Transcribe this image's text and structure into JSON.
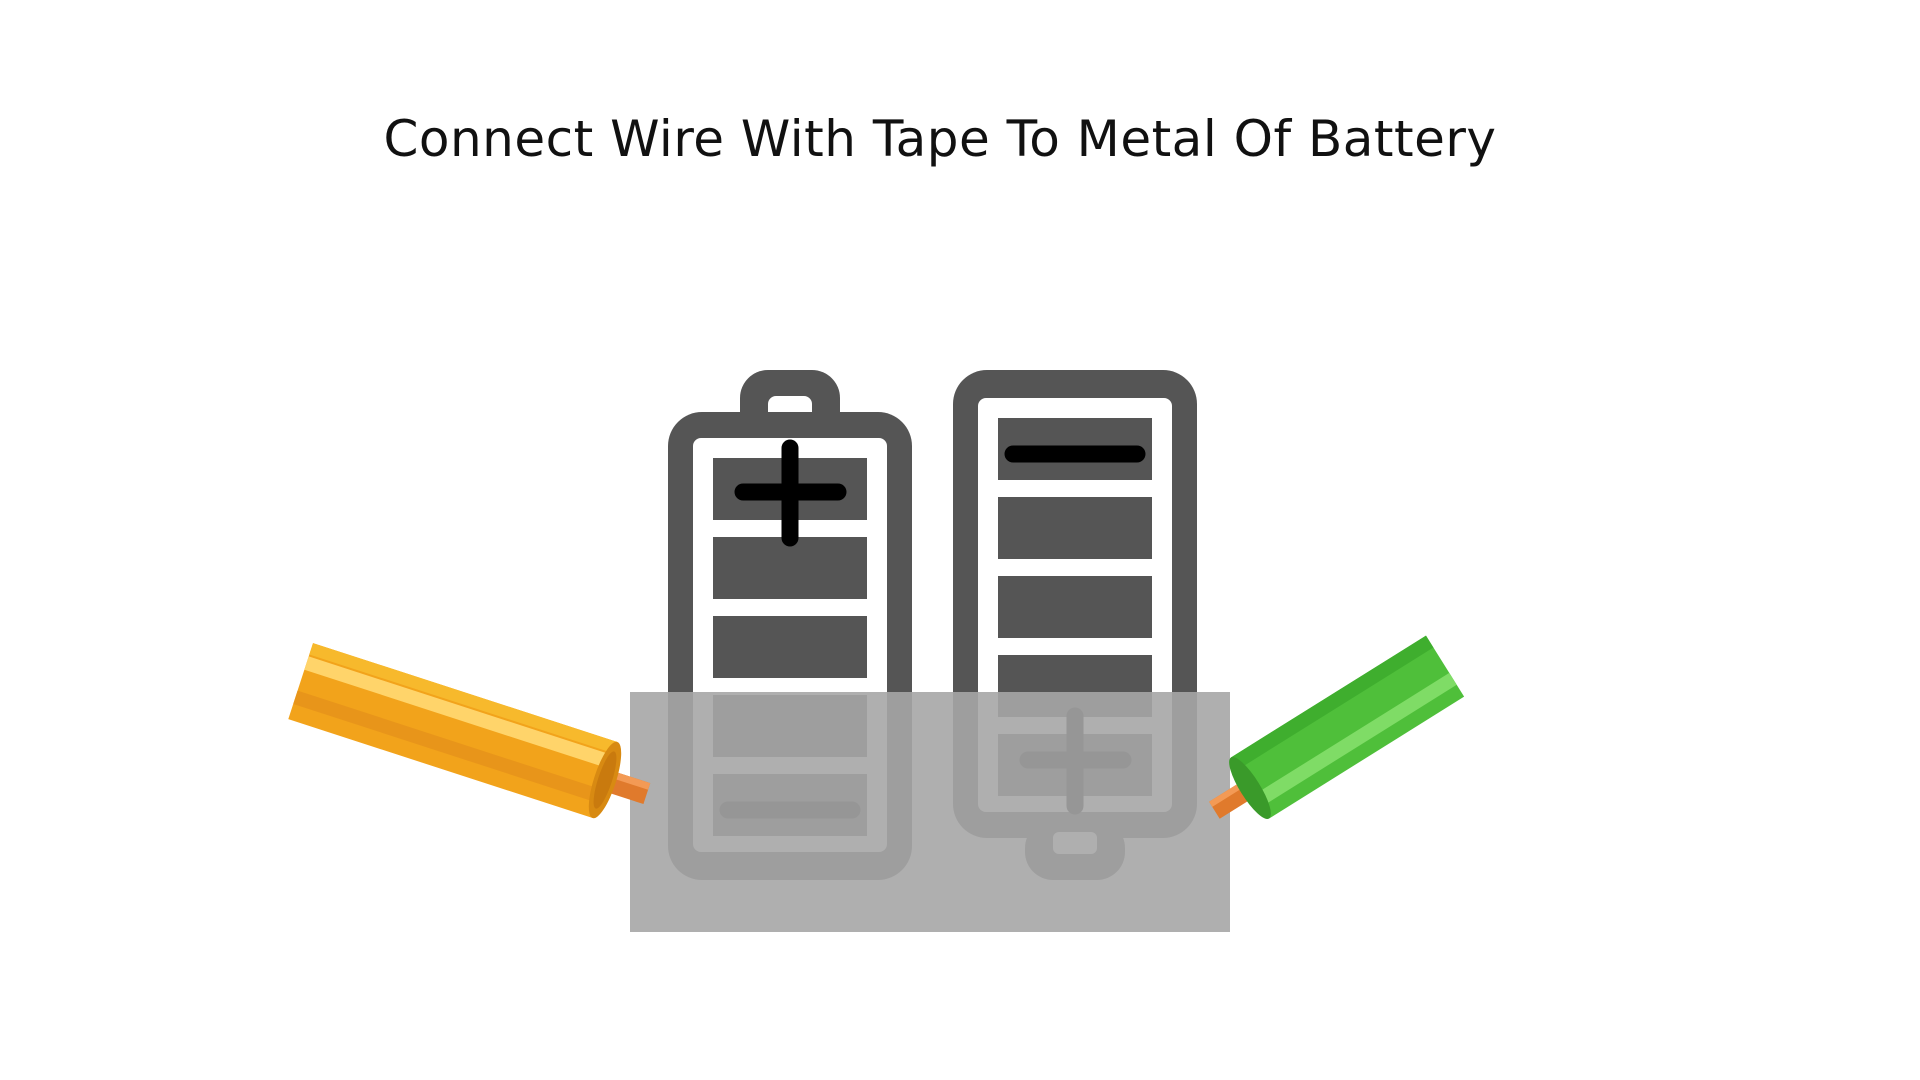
{
  "title": "Connect Wire With Tape To Metal Of Battery",
  "colors": {
    "background": "#ffffff",
    "tape": "#a6a6a6",
    "battery_body": "#555555",
    "battery_inner": "#ffffff",
    "terminal_mark": "#000000",
    "wire_left_insulation": "#f2a31b",
    "wire_left_highlight": "#ffd46a",
    "wire_right_insulation": "#4fbf3a",
    "wire_right_highlight": "#7fdc66",
    "copper": "#e07a2c"
  },
  "batteries": [
    {
      "name": "left-battery",
      "orientation": "positive-top",
      "top_terminal": "+",
      "bottom_terminal": "−"
    },
    {
      "name": "right-battery",
      "orientation": "negative-top",
      "top_terminal": "−",
      "bottom_terminal": "+"
    }
  ],
  "wires": [
    {
      "name": "left-wire",
      "color": "orange"
    },
    {
      "name": "right-wire",
      "color": "green"
    }
  ]
}
